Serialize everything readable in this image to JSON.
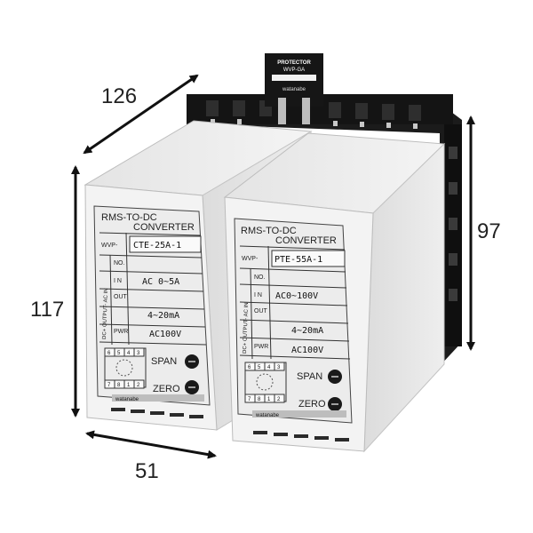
{
  "dimensions": {
    "depth": "126",
    "height_front": "117",
    "height_side": "97",
    "width": "51"
  },
  "protector": {
    "line1": "PROTECTOR",
    "line2": "WVP-GA",
    "brand": "watanabe"
  },
  "unit_left": {
    "title1": "RMS-TO-DC",
    "title2": "CONVERTER",
    "wvp_label": "WVP-",
    "model": "CTE-25A-1",
    "no_label": "NO.",
    "in_label": "I N",
    "in_value": "AC 0~5A",
    "out_label": "OUT",
    "out_value": "4~20mA",
    "pwr_label": "PWR",
    "pwr_value": "AC100V",
    "span_label": "SPAN",
    "zero_label": "ZERO",
    "top_terminals": [
      "6",
      "5",
      "4",
      "3"
    ],
    "bottom_terminals": [
      "7",
      "8",
      "1",
      "2"
    ],
    "side_text": "DC+ OUTPUT- AC IN",
    "brand": "watanabe"
  },
  "unit_right": {
    "title1": "RMS-TO-DC",
    "title2": "CONVERTER",
    "wvp_label": "WVP-",
    "model": "PTE-55A-1",
    "no_label": "NO.",
    "in_label": "I N",
    "in_value": "AC0~100V",
    "out_label": "OUT",
    "out_value": "4~20mA",
    "pwr_label": "PWR",
    "pwr_value": "AC100V",
    "span_label": "SPAN",
    "zero_label": "ZERO",
    "top_terminals": [
      "6",
      "5",
      "4",
      "3"
    ],
    "bottom_terminals": [
      "7",
      "8",
      "1",
      "2"
    ],
    "side_text": "DC+ OUTPUT- AC IN",
    "brand": "watanabe"
  }
}
